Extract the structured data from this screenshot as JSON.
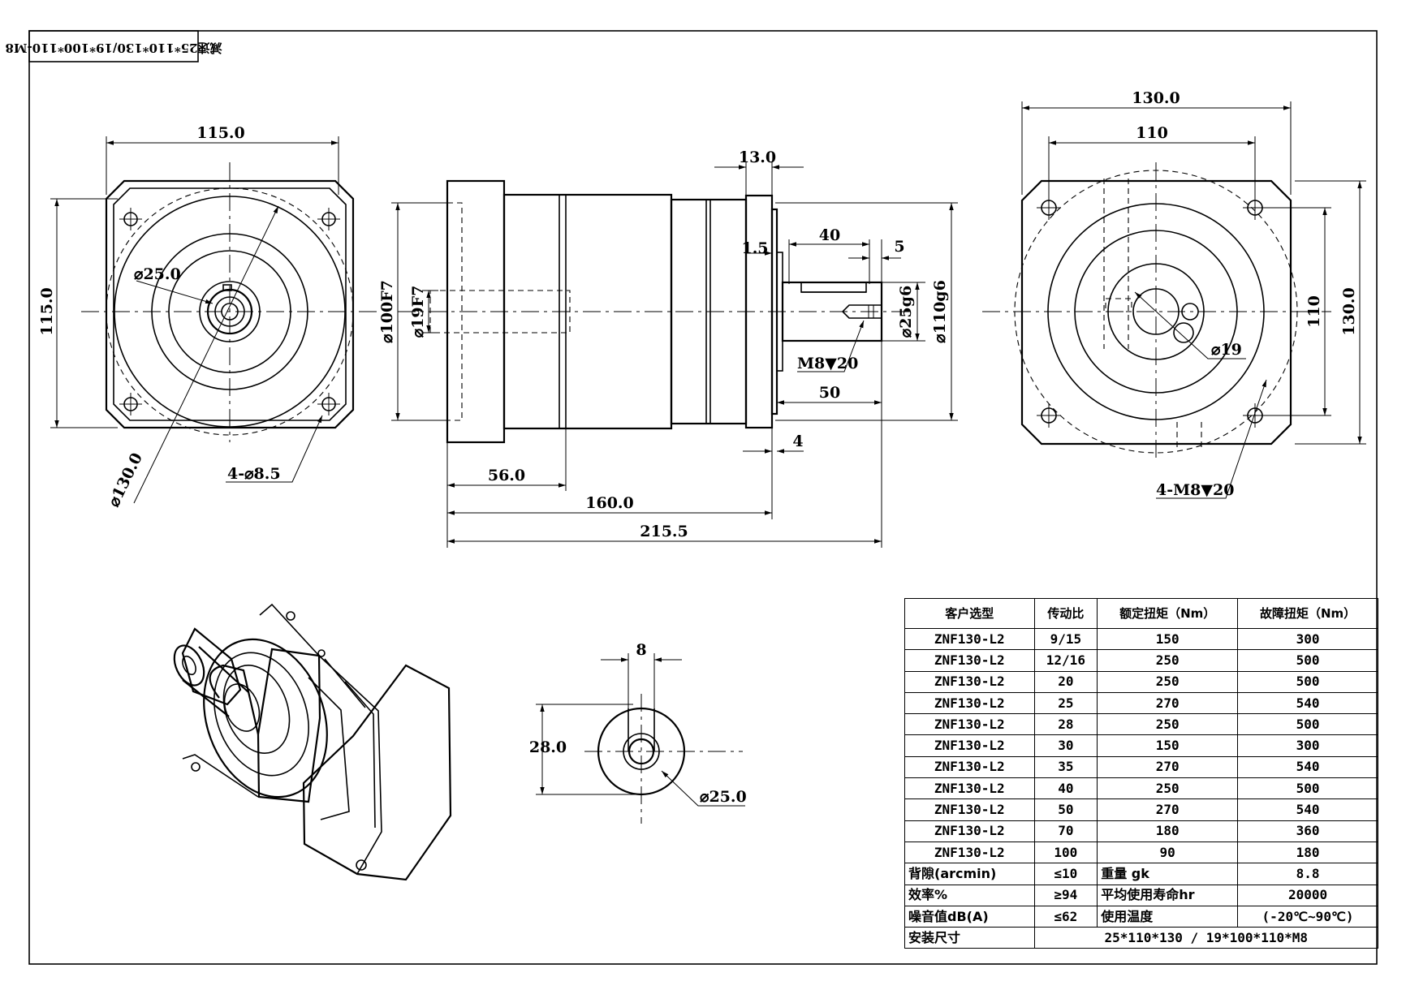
{
  "title_block": "減速25*110*130/19*100*110-M8",
  "front_view": {
    "width_dim": "115.0",
    "height_dim": "115.0",
    "shaft_dia": "⌀25.0",
    "pcd": "⌀130.0",
    "holes": "4-⌀8.5"
  },
  "side_view": {
    "flange_thk": "13.0",
    "step": "1.5",
    "key_len": "40",
    "key_off": "5",
    "shaft_fit": "⌀25g6",
    "spigot_fit": "⌀110g6",
    "bore_fit": "⌀100F7",
    "input_fit": "⌀19F7",
    "tap": "M8▼20",
    "shaft_len": "50",
    "spigot_len": "4",
    "len_a": "56.0",
    "len_b": "160.0",
    "len_c": "215.5"
  },
  "rear_view": {
    "outer_w": "130.0",
    "bolt_w": "110",
    "bolt_h": "110",
    "outer_h": "130.0",
    "bore": "⌀19",
    "taps": "4-M8▼20"
  },
  "shaft_section": {
    "key_w": "8",
    "key_h": "28.0",
    "dia": "⌀25.0"
  },
  "table": {
    "headers": [
      "客户选型",
      "传动比",
      "额定扭矩（Nm）",
      "故障扭矩（Nm）"
    ],
    "rows": [
      [
        "ZNF130-L2",
        "9/15",
        "150",
        "300"
      ],
      [
        "ZNF130-L2",
        "12/16",
        "250",
        "500"
      ],
      [
        "ZNF130-L2",
        "20",
        "250",
        "500"
      ],
      [
        "ZNF130-L2",
        "25",
        "270",
        "540"
      ],
      [
        "ZNF130-L2",
        "28",
        "250",
        "500"
      ],
      [
        "ZNF130-L2",
        "30",
        "150",
        "300"
      ],
      [
        "ZNF130-L2",
        "35",
        "270",
        "540"
      ],
      [
        "ZNF130-L2",
        "40",
        "250",
        "500"
      ],
      [
        "ZNF130-L2",
        "50",
        "270",
        "540"
      ],
      [
        "ZNF130-L2",
        "70",
        "180",
        "360"
      ],
      [
        "ZNF130-L2",
        "100",
        "90",
        "180"
      ]
    ],
    "specs": [
      [
        "背隙(arcmin)",
        "≤10",
        "重量 gk",
        "8.8"
      ],
      [
        "效率%",
        "≥94",
        "平均使用寿命hr",
        "20000"
      ],
      [
        "噪音值dB(A)",
        "≤62",
        "使用温度",
        "(-20℃~90℃)"
      ]
    ],
    "mount_label": "安装尺寸",
    "mount_value": "25*110*130 / 19*100*110*M8"
  }
}
